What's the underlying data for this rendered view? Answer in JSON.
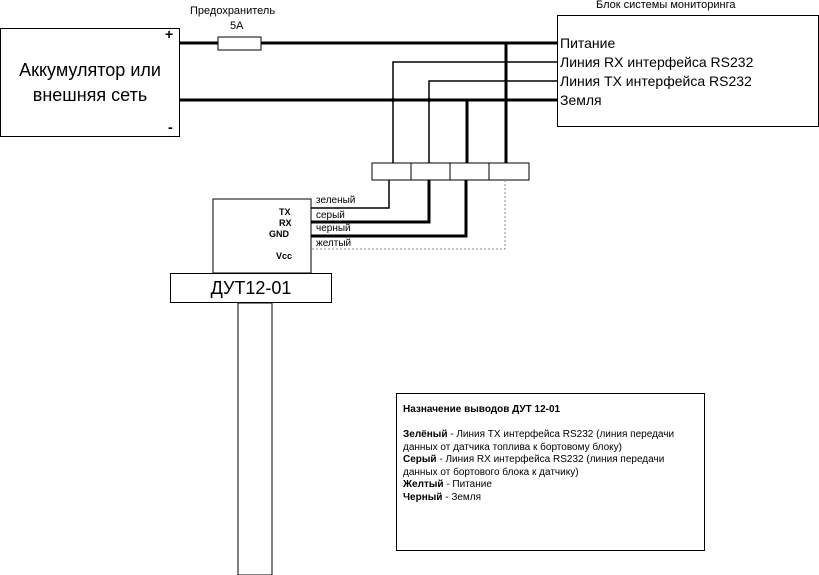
{
  "fuse": {
    "label": "Предохранитель",
    "rating": "5А"
  },
  "battery": {
    "label_line1": "Аккумулятор или",
    "label_line2": "внешняя сеть",
    "plus": "+",
    "minus": "-"
  },
  "monitor": {
    "title": "Блок системы мониторинга",
    "pins": [
      "Питание",
      "Линия RX интерфейса RS232",
      "Линия TX интерфейса RS232",
      "Земля"
    ]
  },
  "sensor": {
    "name": "ДУТ12-01",
    "pins": [
      "TX",
      "RX",
      "GND",
      "Vcc"
    ],
    "wires": [
      "зеленый",
      "серый",
      "черный",
      "желтый"
    ]
  },
  "legend": {
    "title": "Назначение выводов ДУТ 12-01",
    "items": [
      {
        "color": "Зелёный",
        "text": " - Линия TX интерфейса RS232  (линия передачи данных от датчика топлива к бортовому блоку)"
      },
      {
        "color": "Серый",
        "text": " - Линия RX интерфейса RS232 (линия передачи данных от бортового блока к датчику)"
      },
      {
        "color": "Желтый",
        "text": " - Питание"
      },
      {
        "color": "Черный",
        "text": " - Земля"
      }
    ]
  }
}
